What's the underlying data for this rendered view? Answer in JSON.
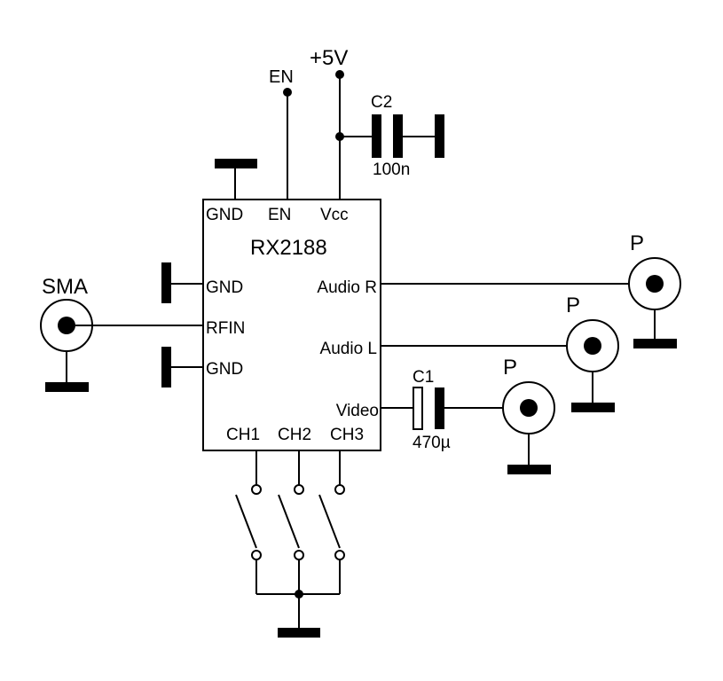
{
  "power": {
    "vcc_rail": "+5V",
    "enable": "EN"
  },
  "chip": {
    "name": "RX2188",
    "pins": {
      "gnd_top": "GND",
      "en": "EN",
      "vcc": "Vcc",
      "gnd_left_1": "GND",
      "rfin": "RFIN",
      "gnd_left_2": "GND",
      "audio_r": "Audio R",
      "audio_l": "Audio L",
      "video": "Video",
      "ch1": "CH1",
      "ch2": "CH2",
      "ch3": "CH3"
    }
  },
  "c2": {
    "ref": "C2",
    "value": "100n"
  },
  "c1": {
    "ref": "C1",
    "value": "470µ"
  },
  "antenna": {
    "label": "SMA"
  },
  "outputs": {
    "audio_r": {
      "label": "P"
    },
    "audio_l": {
      "label": "P"
    },
    "video": {
      "label": "P"
    }
  }
}
